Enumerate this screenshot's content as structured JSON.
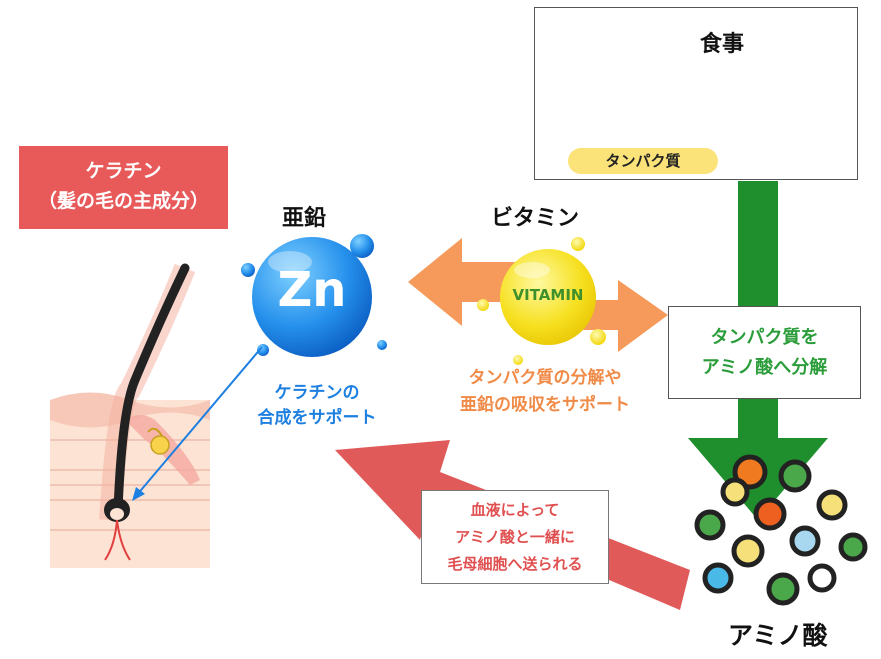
{
  "keratin": {
    "line1": "ケラチン",
    "line2": "（髪の毛の主成分）"
  },
  "meal": {
    "label": "食事",
    "protein": "タンパク質"
  },
  "zinc": {
    "label": "亜鉛",
    "symbol": "Zn",
    "desc1": "ケラチンの",
    "desc2": "合成をサポート"
  },
  "vitamin": {
    "label": "ビタミン",
    "badge": "VITAMIN",
    "desc1": "タンパク質の分解や",
    "desc2": "亜鉛の吸収をサポート"
  },
  "breakdown": {
    "line1": "タンパク質を",
    "line2": "アミノ酸へ分解"
  },
  "blood": {
    "line1": "血液によって",
    "line2": "アミノ酸と一緒に",
    "line3": "毛母細胞へ送られる"
  },
  "amino": {
    "label": "アミノ酸"
  },
  "colors": {
    "red": "#e85a5a",
    "green": "#1f8f2e",
    "orange": "#f59a5a",
    "blue": "#1d7fe0",
    "yellow": "#f5d90a"
  }
}
